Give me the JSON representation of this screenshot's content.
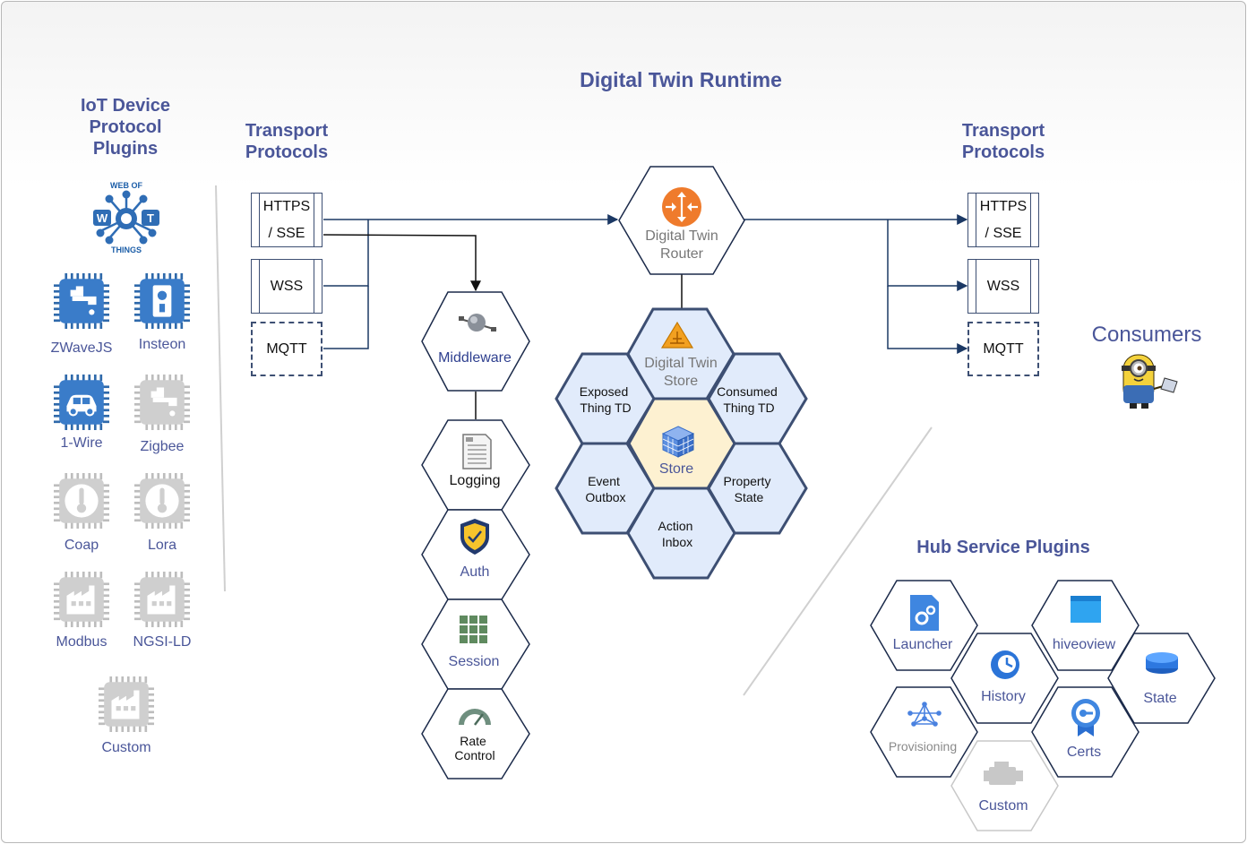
{
  "titles": {
    "runtime": "Digital Twin Runtime",
    "iot_plugins": [
      "IoT Device",
      "Protocol",
      "Plugins"
    ],
    "transport_left": [
      "Transport",
      "Protocols"
    ],
    "transport_right": [
      "Transport",
      "Protocols"
    ],
    "consumers": "Consumers",
    "hub_services": "Hub Service Plugins"
  },
  "wot_logo": {
    "top": "WEB OF",
    "bottom": "THINGS"
  },
  "iot_plugins": [
    {
      "label": "ZWaveJS",
      "icon": "faucet-chip-icon",
      "active": true
    },
    {
      "label": "Insteon",
      "icon": "device-chip-icon",
      "active": true
    },
    {
      "label": "1-Wire",
      "icon": "car-chip-icon",
      "active": true
    },
    {
      "label": "Zigbee",
      "icon": "faucet-chip-icon",
      "active": false
    },
    {
      "label": "Coap",
      "icon": "thermometer-chip-icon",
      "active": false
    },
    {
      "label": "Lora",
      "icon": "thermometer-chip-icon",
      "active": false
    },
    {
      "label": "Modbus",
      "icon": "factory-chip-icon",
      "active": false
    },
    {
      "label": "NGSI-LD",
      "icon": "factory-chip-icon",
      "active": false
    },
    {
      "label": "Custom",
      "icon": "factory-chip-icon",
      "active": false
    }
  ],
  "transport_left": [
    {
      "line1": "HTTPS",
      "line2": "/ SSE",
      "style": "solid"
    },
    {
      "line1": "WSS",
      "line2": "",
      "style": "solid"
    },
    {
      "line1": "MQTT",
      "line2": "",
      "style": "dashed"
    }
  ],
  "transport_right": [
    {
      "line1": "HTTPS",
      "line2": "/ SSE",
      "style": "solid"
    },
    {
      "line1": "WSS",
      "line2": "",
      "style": "solid"
    },
    {
      "line1": "MQTT",
      "line2": "",
      "style": "dashed"
    }
  ],
  "router": {
    "line1": "Digital Twin",
    "line2": "Router"
  },
  "middleware": [
    {
      "label": "Middleware",
      "icon": "satellite-icon"
    },
    {
      "label": "Logging",
      "icon": "document-icon"
    },
    {
      "label": "Auth",
      "icon": "shield-icon"
    },
    {
      "label": "Session",
      "icon": "grid-icon"
    },
    {
      "label": "Rate",
      "label2": "Control",
      "icon": "gauge-icon"
    }
  ],
  "store_cluster": {
    "top": {
      "line1": "Digital Twin",
      "line2": "Store"
    },
    "center": "Store",
    "exposed": [
      "Exposed",
      "Thing TD"
    ],
    "consumed": [
      "Consumed",
      "Thing TD"
    ],
    "event": [
      "Event",
      "Outbox"
    ],
    "property": [
      "Property",
      "State"
    ],
    "action": [
      "Action",
      "Inbox"
    ]
  },
  "hub_services": [
    {
      "label": "Launcher",
      "icon": "gear-doc-icon"
    },
    {
      "label": "hiveoview",
      "icon": "window-icon"
    },
    {
      "label": "History",
      "icon": "clock-icon"
    },
    {
      "label": "State",
      "icon": "database-icon"
    },
    {
      "label": "Provisioning",
      "icon": "network-icon"
    },
    {
      "label": "Certs",
      "icon": "certificate-icon"
    },
    {
      "label": "Custom",
      "icon": "engine-icon"
    }
  ],
  "colors": {
    "title": "#4a5699",
    "arrow": "#1b3864",
    "active_chip": "#3a7cc9",
    "inactive_chip": "#cfcfcf",
    "store_fill": "#e1ebfb",
    "store_center": "#fdf1d1",
    "router_icon": "#ef7b2c"
  }
}
